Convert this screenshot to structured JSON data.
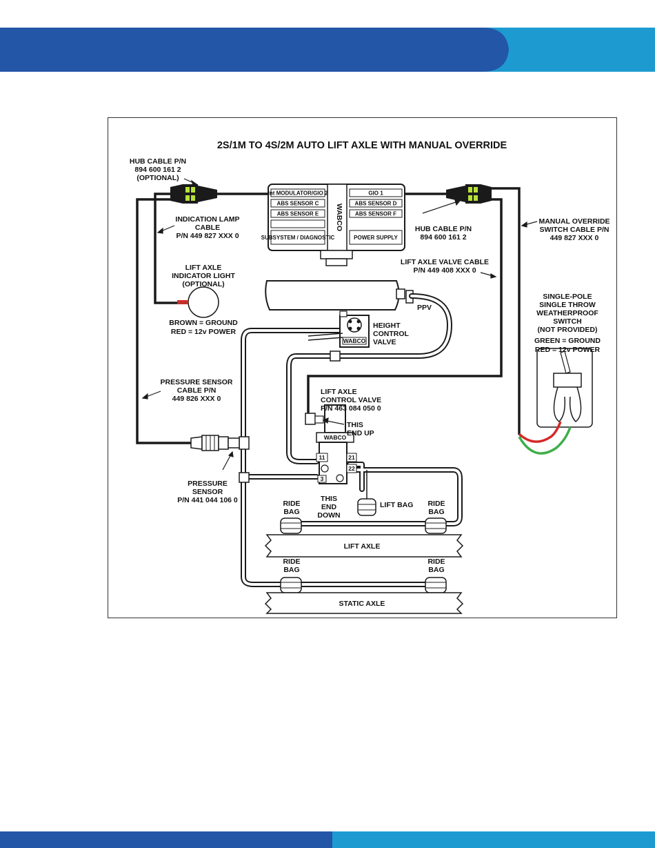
{
  "colors": {
    "header_blue": "#2456a8",
    "header_teal": "#1d9bd1",
    "footer_blue": "#2456a8",
    "footer_teal": "#1d9bd1",
    "cable": "#1a1a1a",
    "hose_fill": "#ffffff",
    "wire_red": "#d62828",
    "wire_green": "#3fae49",
    "connector_green": "#b7e23a"
  },
  "diagram": {
    "title": "2S/1M TO 4S/2M AUTO LIFT AXLE WITH MANUAL OVERRIDE",
    "ecu": {
      "logo": "WABCO",
      "left_ports": [
        "Int MODULATOR/GIO 2",
        "ABS SENSOR C",
        "ABS SENSOR E",
        "",
        "SUBSYSTEM / DIAGNOSTIC"
      ],
      "right_ports": [
        "GIO 1",
        "ABS SENSOR D",
        "ABS SENSOR F",
        "POWER SUPPLY"
      ]
    },
    "labels": {
      "hub_cable_left": [
        "HUB CABLE P/N",
        "894 600 161 2",
        "(OPTIONAL)"
      ],
      "indication_lamp_cable": [
        "INDICATION LAMP",
        "CABLE",
        "P/N 449 827 XXX 0"
      ],
      "lift_axle_indicator": [
        "LIFT AXLE",
        "INDICATOR LIGHT",
        "(OPTIONAL)"
      ],
      "lamp_wires": [
        "BROWN = GROUND",
        "RED = 12v POWER"
      ],
      "hub_cable_right": [
        "HUB CABLE P/N",
        "894 600 161 2"
      ],
      "manual_override_cable": [
        "MANUAL OVERRIDE",
        "SWITCH CABLE P/N",
        "449 827 XXX 0"
      ],
      "lift_axle_valve_cable": [
        "LIFT AXLE VALVE CABLE",
        "P/N 449 408 XXX 0"
      ],
      "ppv": "PPV",
      "height_control_valve": [
        "HEIGHT",
        "CONTROL",
        "VALVE"
      ],
      "hcv_logo": "WABCO",
      "switch": [
        "SINGLE-POLE",
        "SINGLE THROW",
        "WEATHERPROOF",
        "SWITCH",
        "(NOT PROVIDED)"
      ],
      "switch_wires": [
        "GREEN = GROUND",
        "RED = 12v POWER"
      ],
      "pressure_sensor_cable": [
        "PRESSURE SENSOR",
        "CABLE P/N",
        "449 826 XXX 0"
      ],
      "lift_axle_control_valve": [
        "LIFT AXLE",
        "CONTROL VALVE",
        "P/N 463 084 050 0"
      ],
      "this_end_up": [
        "THIS",
        "END UP"
      ],
      "lacv_logo": "WABCO",
      "lacv_ports": [
        "11",
        "21",
        "22",
        "3"
      ],
      "pressure_sensor": [
        "PRESSURE",
        "SENSOR",
        "P/N 441 044 106 0"
      ],
      "this_end_down": [
        "THIS",
        "END",
        "DOWN"
      ],
      "lift_bag": "LIFT BAG",
      "ride_bag": [
        "RIDE",
        "BAG"
      ],
      "lift_axle": "LIFT AXLE",
      "static_axle": "STATIC AXLE"
    }
  }
}
